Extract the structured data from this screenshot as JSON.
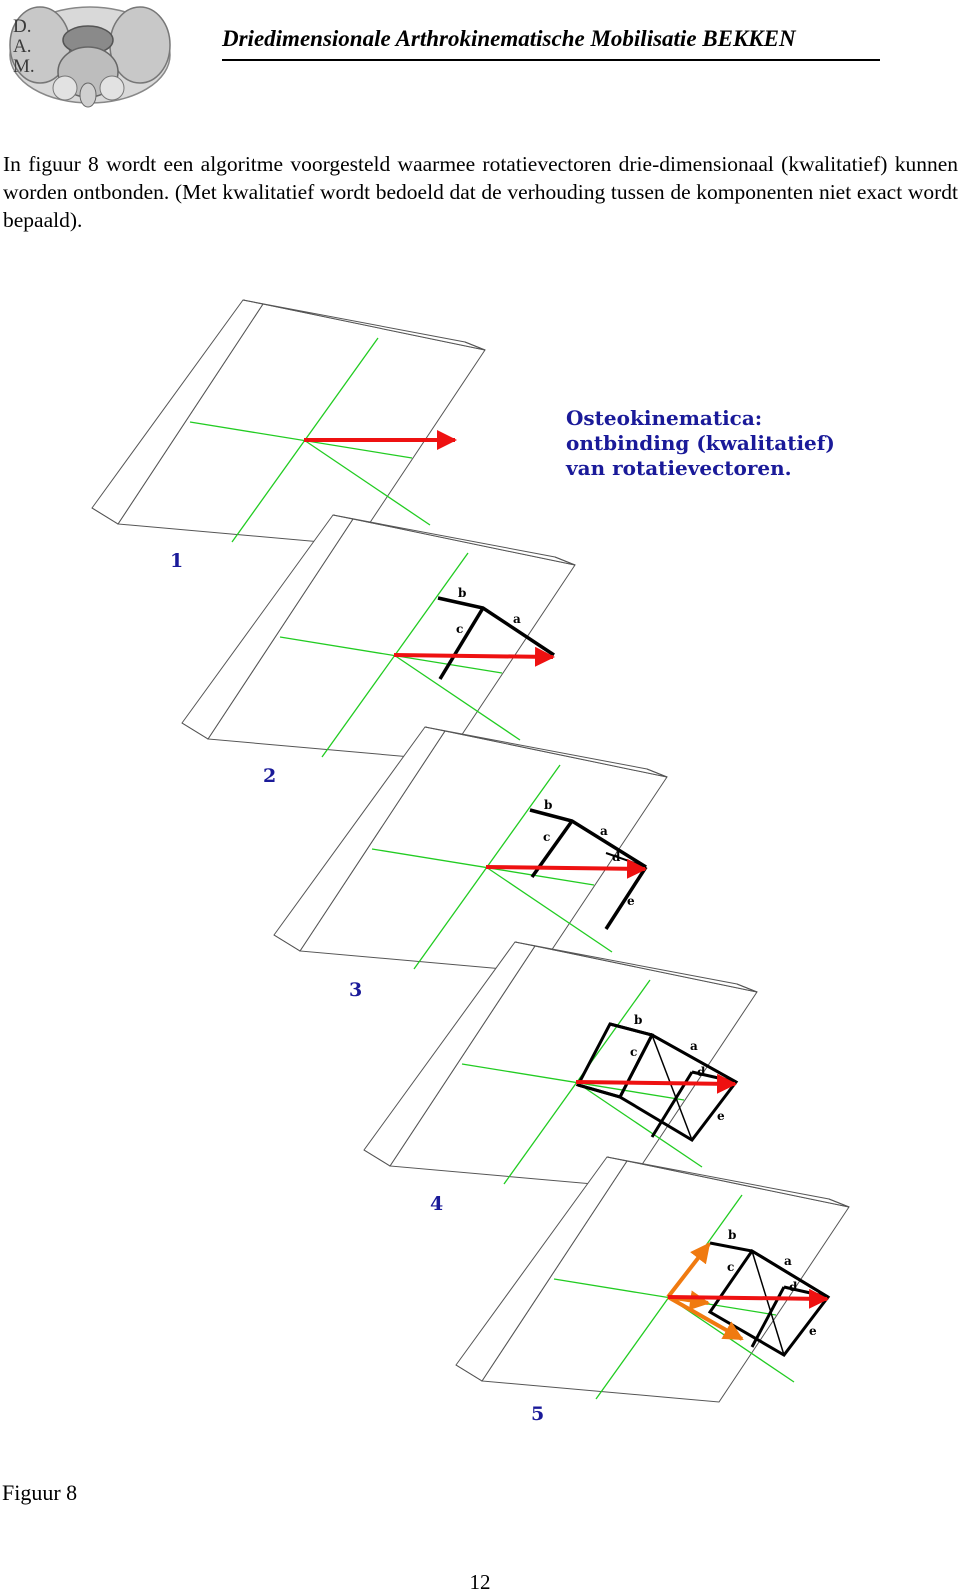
{
  "header": {
    "logo_text": [
      "D.",
      "A.",
      "M."
    ],
    "title": "Driedimensionale Arthrokinematische Mobilisatie   BEKKEN"
  },
  "intro": "In figuur 8 wordt een algoritme voorgesteld waarmee rotatievectoren drie-dimensionaal (kwalitatief) kunnen worden ontbonden. (Met kwalitatief wordt bedoeld dat de verhouding tussen de komponenten niet exact wordt bepaald).",
  "figure": {
    "title_lines": [
      "Osteokinematica:",
      "ontbinding (kwalitatief)",
      "van rotatievectoren."
    ],
    "panel_numbers": [
      "1",
      "2",
      "3",
      "4",
      "5"
    ],
    "component_labels": {
      "a": "a",
      "b": "b",
      "c": "c",
      "d": "d",
      "e": "e"
    },
    "colors": {
      "plane": "#555555",
      "axis": "#22cc22",
      "vector": "#ee1111",
      "component": "#f07a10",
      "frame": "#000000",
      "title": "#1a1a99"
    }
  },
  "caption": "Figuur 8",
  "page_number": "12"
}
